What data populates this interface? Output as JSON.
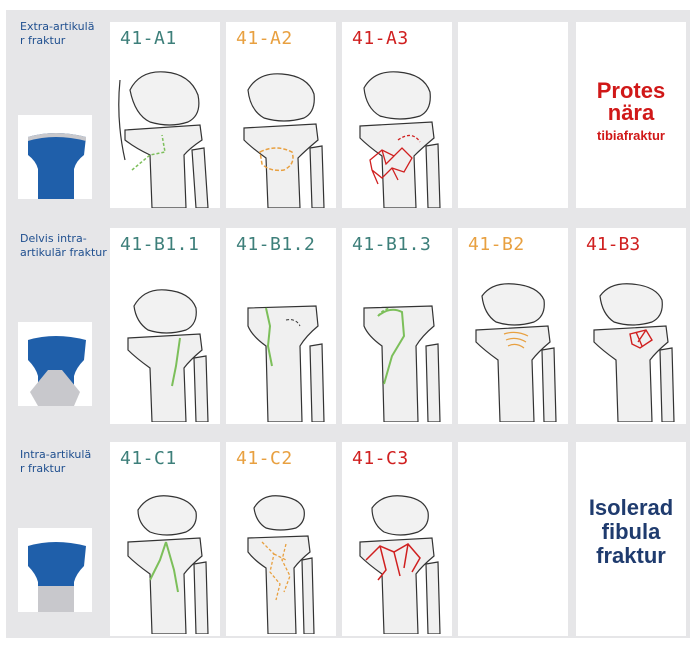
{
  "rows": [
    {
      "label": "Extra-artikulä r fraktur",
      "cells": [
        {
          "code": "41-A1",
          "color": "#3d7f7a"
        },
        {
          "code": "41-A2",
          "color": "#e8a040"
        },
        {
          "code": "41-A3",
          "color": "#d02020"
        }
      ]
    },
    {
      "label": "Delvis intra-artikulär fraktur",
      "cells": [
        {
          "code": "41-B1.1",
          "color": "#3d7f7a"
        },
        {
          "code": "41-B1.2",
          "color": "#3d7f7a"
        },
        {
          "code": "41-B1.3",
          "color": "#3d7f7a"
        },
        {
          "code": "41-B2",
          "color": "#e8a040"
        },
        {
          "code": "41-B3",
          "color": "#d02020"
        }
      ]
    },
    {
      "label": "Intra-artikulä r fraktur",
      "cells": [
        {
          "code": "41-C1",
          "color": "#3d7f7a"
        },
        {
          "code": "41-C2",
          "color": "#e8a040"
        },
        {
          "code": "41-C3",
          "color": "#d02020"
        }
      ]
    }
  ],
  "special_top": {
    "line1": "Protes",
    "line2": "nära",
    "line3": "tibiafraktur"
  },
  "special_bottom": {
    "line1": "Isolerad",
    "line2": "fibula",
    "line3": "fraktur"
  },
  "colors": {
    "blue": "#1f5faa",
    "grey": "#c8c8cc",
    "background": "#e6e6e8"
  }
}
